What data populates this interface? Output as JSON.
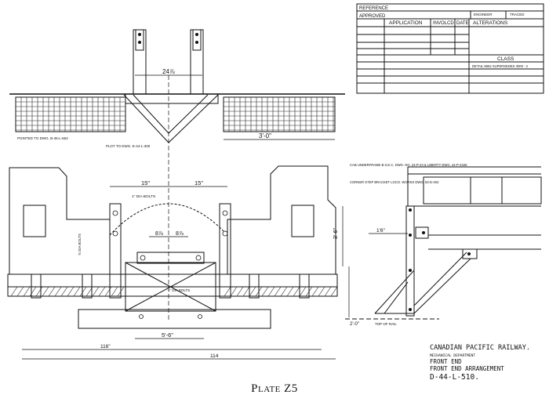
{
  "plate_caption": "Plate Z5",
  "title_block": {
    "reference": "REFERENCE",
    "approved": "APPROVED",
    "engineer": "ENGINEER",
    "traced": "TRACED",
    "columns": [
      "APPLICATION",
      "INVOLCD",
      "DATE",
      "ALTERATIONS"
    ],
    "class_label": "CLASS",
    "details_line": "DETAIL 6852 SUPERSEDES 3000 - 2"
  },
  "dimensions": {
    "top_gap": "24⅞",
    "front_span": "3'-0\"",
    "half_left": "15\"",
    "half_right": "15\"",
    "inner_left": "8⅞",
    "inner_right": "8⅞",
    "bottom_span": "5'-6\"",
    "overall_left": "116\"",
    "overall": "114",
    "side_height": "3'-6\"",
    "side_offset": "1'6\"",
    "side_drop": "2'-0\""
  },
  "notes": {
    "pointed_to": "POINTED TO DWG. B-45-L-663",
    "plot_to": "PLOT TO DWG. E-44-L-300",
    "cab_underframe": "CAB UNDERFRAME B.S.E.C. DWG. NO. 24-P-24 & LIBERTY DWG. 44-P-2346",
    "corner_step": "CORNER STEP BRACKET LOCO. WORKS DWG. 53-D-404",
    "bolts_top": "1\" DIA BOLTS",
    "bolts_side": "⅞ DIA BOLTS",
    "bolts_mid": "1\" DIA BOLTS",
    "top_of_rail": "TOP OF RAIL"
  },
  "company": {
    "railway": "CANADIAN PACIFIC RAILWAY.",
    "department": "MECHANICAL DEPARTMENT",
    "title1": "FRONT END",
    "title2": "FRONT END ARRANGEMENT",
    "drawing_no": "D-44-L-510."
  }
}
